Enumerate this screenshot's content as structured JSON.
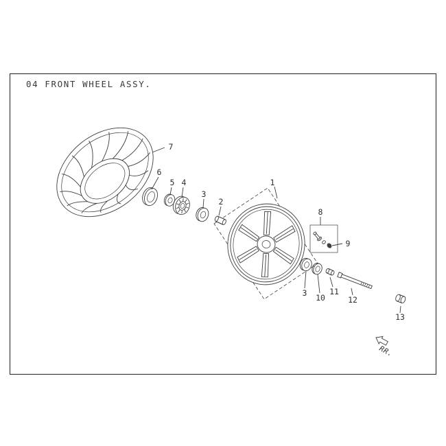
{
  "page": {
    "title": "04 FRONT WHEEL ASSY.",
    "rr_label": "RR."
  },
  "callouts": {
    "c1": "1",
    "c2": "2",
    "c3a": "3",
    "c3b": "3",
    "c4": "4",
    "c5": "5",
    "c6": "6",
    "c7": "7",
    "c8": "8",
    "c9": "9",
    "c10": "10",
    "c11": "11",
    "c12": "12",
    "c13": "13"
  }
}
